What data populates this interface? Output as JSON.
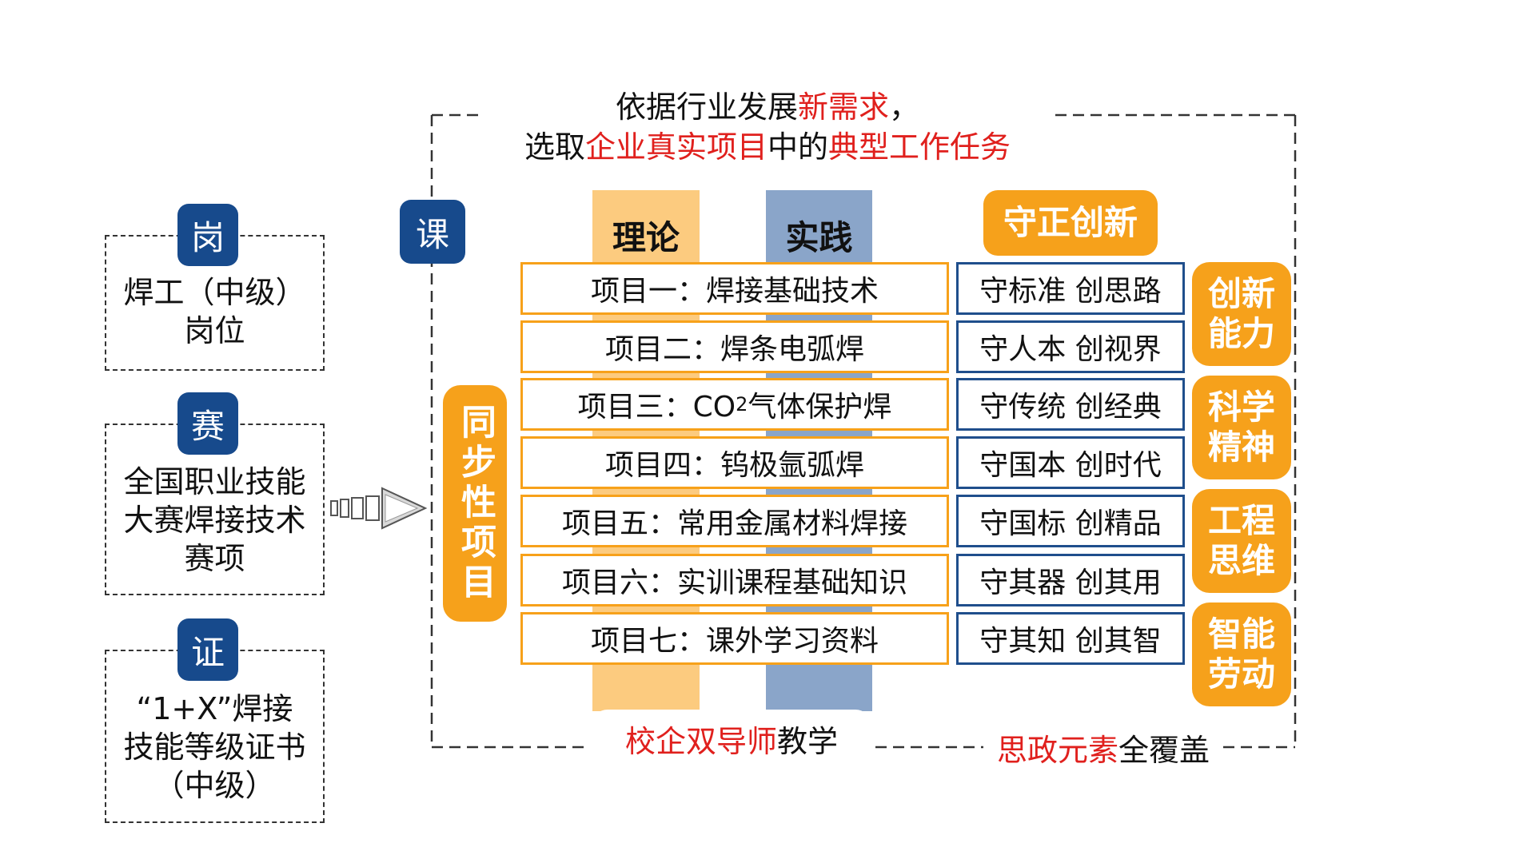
{
  "left": {
    "items": [
      {
        "badge": "岗",
        "lines": [
          "焊工（中级）",
          "岗位"
        ]
      },
      {
        "badge": "赛",
        "lines": [
          "全国职业技能",
          "大赛焊接技术",
          "赛项"
        ]
      },
      {
        "badge": "证",
        "lines": [
          "“1+X”焊接",
          "技能等级证书",
          "（中级）"
        ]
      }
    ]
  },
  "main": {
    "course_badge": "课",
    "header": {
      "line1_a": "依据行业发展",
      "line1_b": "新需求",
      "line1_c": "，",
      "line2_a": "选取",
      "line2_b": "企业真实项目",
      "line2_c": "中的",
      "line2_d": "典型工作任务"
    },
    "columns": {
      "theory": "理论",
      "practice": "实践",
      "header_right": "守正创新"
    },
    "side_label": "同步性项目",
    "projects": [
      "项目一：焊接基础技术",
      "项目二：焊条电弧焊",
      "项目三：CO",
      "项目四：钨极氩弧焊",
      "项目五：常用金属材料焊接",
      "项目六：实训课程基础知识",
      "项目七：课外学习资料"
    ],
    "project3_sub": "2",
    "project3_rest": "气体保护焊",
    "virtues": [
      "守标准 创思路",
      "守人本 创视界",
      "守传统 创经典",
      "守国本 创时代",
      "守国标 创精品",
      "守其器 创其用",
      "守其知 创其智"
    ],
    "abilities": [
      "创新能力",
      "科学精神",
      "工程思维",
      "智能劳动"
    ],
    "bottom_left_red": "校企双导师",
    "bottom_left_black": "教学",
    "bottom_right_red": "思政元素",
    "bottom_right_black": "全覆盖"
  },
  "colors": {
    "navy": "#174a8c",
    "orange": "#f6a11b",
    "red": "#e0201d",
    "theory_bg": "#fccb7f",
    "practice_bg": "#8aa5c9"
  }
}
